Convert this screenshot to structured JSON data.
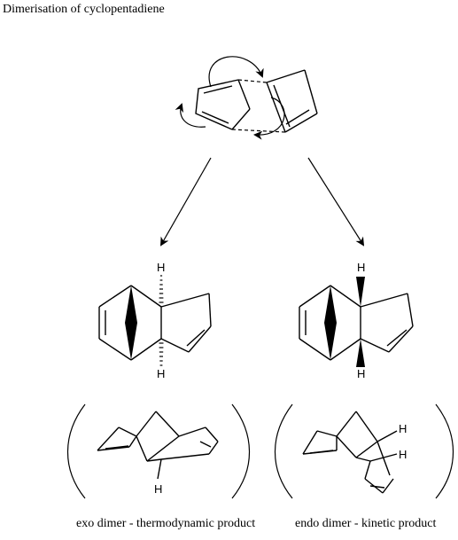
{
  "title": "Dimerisation of cyclopentadiene",
  "atom_labels": {
    "exo_top_h": "H",
    "exo_bottom_h": "H",
    "endo_top_h": "H",
    "endo_bottom_h": "H",
    "exo_3d_h": "H",
    "endo_3d_h1": "H",
    "endo_3d_h2": "H"
  },
  "captions": {
    "exo": "exo dimer - thermodynamic product",
    "endo": "endo dimer - kinetic product"
  }
}
